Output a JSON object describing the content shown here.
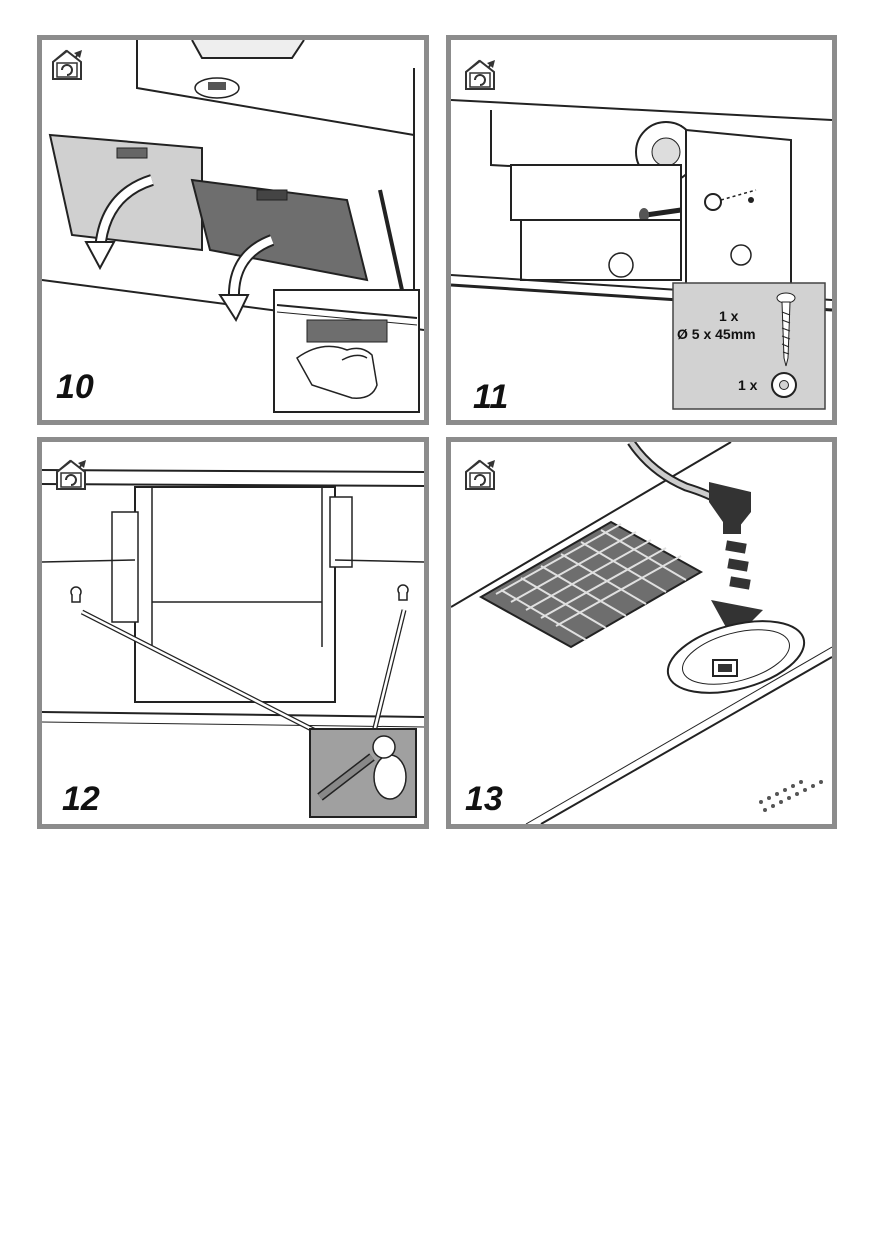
{
  "steps": [
    {
      "number": "10",
      "icons": [
        "ducted-house-icon",
        "recirculation-house-icon"
      ]
    },
    {
      "number": "11",
      "icons": [
        "ducted-house-icon",
        "recirculation-house-icon"
      ],
      "callout": {
        "screw_qty": "1 x",
        "screw_size": "Ø 5 x 45mm",
        "washer_qty": "1 x"
      }
    },
    {
      "number": "12",
      "icons": [
        "ducted-house-icon",
        "recirculation-house-icon"
      ]
    },
    {
      "number": "13",
      "icons": [
        "ducted-house-icon",
        "recirculation-house-icon"
      ]
    }
  ],
  "colors": {
    "frame": "#8c8c8c",
    "callout_fill": "#d2d2d2",
    "filter_grey": "#6e6e6e",
    "filter_light": "#c8c8c8"
  }
}
